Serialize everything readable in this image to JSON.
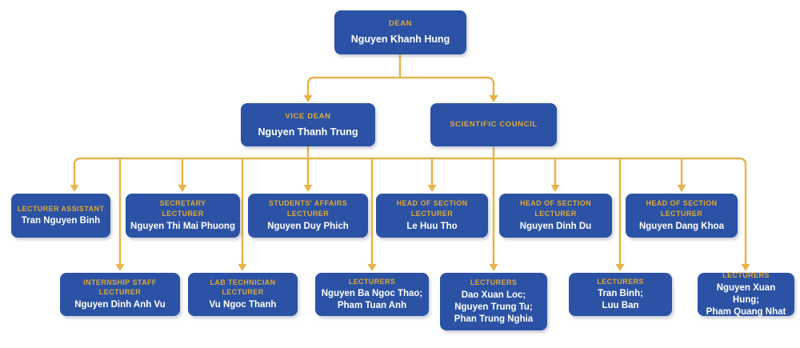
{
  "chart_type": "organizational-chart",
  "colors": {
    "node_fill": "#2B52A4",
    "title_gold": "#DFA93A",
    "name_white": "#FFFFFF",
    "connector_gold": "#E7B44C",
    "background": "#FFFFFF"
  },
  "nodes": {
    "dean": {
      "title": "DEAN",
      "name": "Nguyen Khanh Hung"
    },
    "vice_dean": {
      "title": "VICE DEAN",
      "name": "Nguyen Thanh Trung"
    },
    "scientific_council": {
      "title": "SCIENTIFIC COUNCIL"
    },
    "row3": [
      {
        "title": "LECTURER ASSISTANT",
        "name": "Tran Nguyen Binh"
      },
      {
        "title": [
          "SECRETARY",
          "LECTURER"
        ],
        "name": "Nguyen Thi Mai Phuong"
      },
      {
        "title": [
          "STUDENTS' AFFAIRS",
          "LECTURER"
        ],
        "name": "Nguyen Duy Phich"
      },
      {
        "title": [
          "HEAD OF SECTION",
          "LECTURER"
        ],
        "name": "Le Huu Tho"
      },
      {
        "title": [
          "HEAD OF SECTION",
          "LECTURER"
        ],
        "name": "Nguyen Dinh Du"
      },
      {
        "title": [
          "HEAD OF SECTION",
          "LECTURER"
        ],
        "name": "Nguyen Dang Khoa"
      }
    ],
    "row4": [
      {
        "title": [
          "INTERNSHIP STAFF",
          "LECTURER"
        ],
        "name": "Nguyen Dinh Anh Vu"
      },
      {
        "title": [
          "LAB TECHNICIAN",
          "LECTURER"
        ],
        "name": "Vu Ngoc Thanh"
      },
      {
        "title": "LECTURERS",
        "name": [
          "Nguyen Ba Ngoc Thao;",
          "Pham Tuan Anh"
        ]
      },
      {
        "title": "LECTURERS",
        "name": [
          "Dao Xuan Loc;",
          "Nguyen Trung Tu;",
          "Phan Trung Nghia"
        ]
      },
      {
        "title": "LECTURERS",
        "name": [
          "Tran Binh;",
          "Luu Ban"
        ]
      },
      {
        "title": "LECTURERS",
        "name": [
          "Nguyen Xuan Hung;",
          "Pham Quang Nhat"
        ]
      }
    ]
  }
}
